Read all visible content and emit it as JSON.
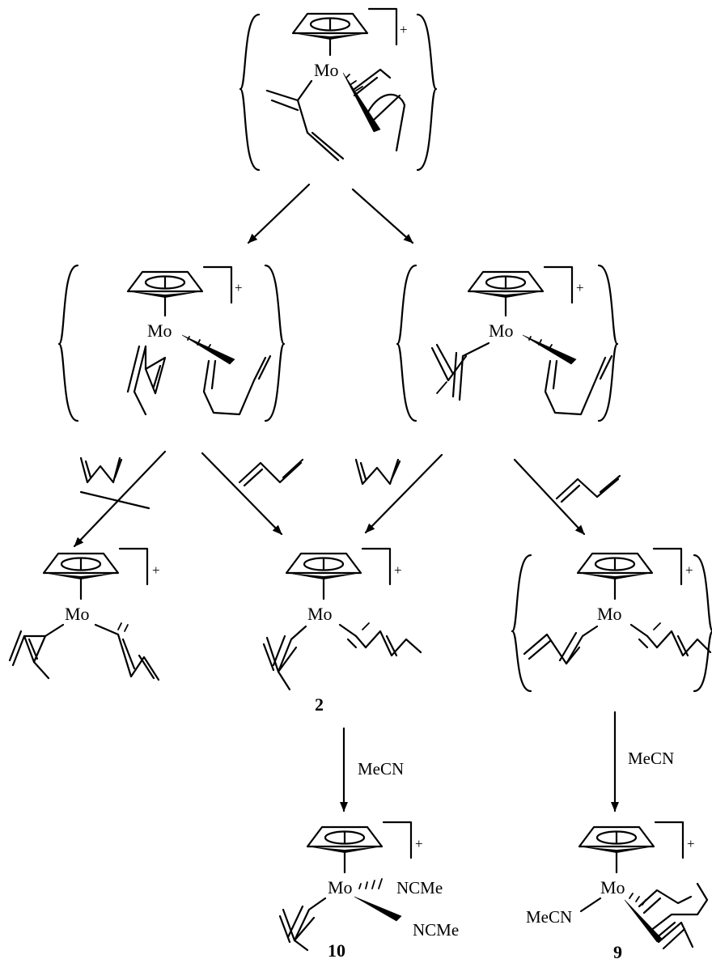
{
  "scheme": {
    "metal_symbol": "Mo",
    "charge_symbol": "+",
    "reagents": {
      "acetonitrile": "MeCN",
      "acetonitrile_ligand_a": "NCMe",
      "acetonitrile_ligand_b": "NCMe",
      "acetonitrile_ligand_left": "MeCN"
    },
    "compound_numbers": {
      "product_bis_allyl": "2",
      "product_bis_nitrile": "10",
      "product_nitrile_cycle": "9"
    }
  }
}
